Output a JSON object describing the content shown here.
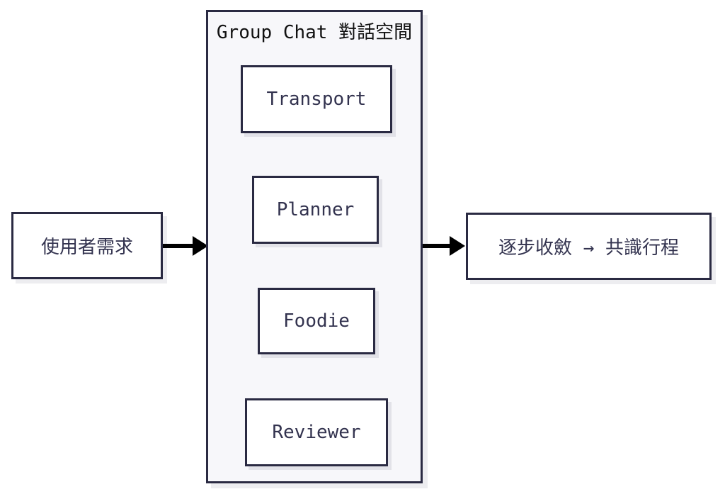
{
  "diagram": {
    "input_node": {
      "label": "使用者需求"
    },
    "container": {
      "title": "Group Chat 對話空間",
      "agents": [
        {
          "label": "Transport"
        },
        {
          "label": "Planner"
        },
        {
          "label": "Foodie"
        },
        {
          "label": "Reviewer"
        }
      ]
    },
    "output_node": {
      "label": "逐步收斂 → 共識行程"
    },
    "colors": {
      "node_border": "#2a2a42",
      "node_text": "#33334f",
      "title_text": "#111111",
      "container_bg": "#f7f7fa",
      "node_bg": "#ffffff",
      "arrow": "#000000",
      "shadow": "#ededf0"
    }
  }
}
